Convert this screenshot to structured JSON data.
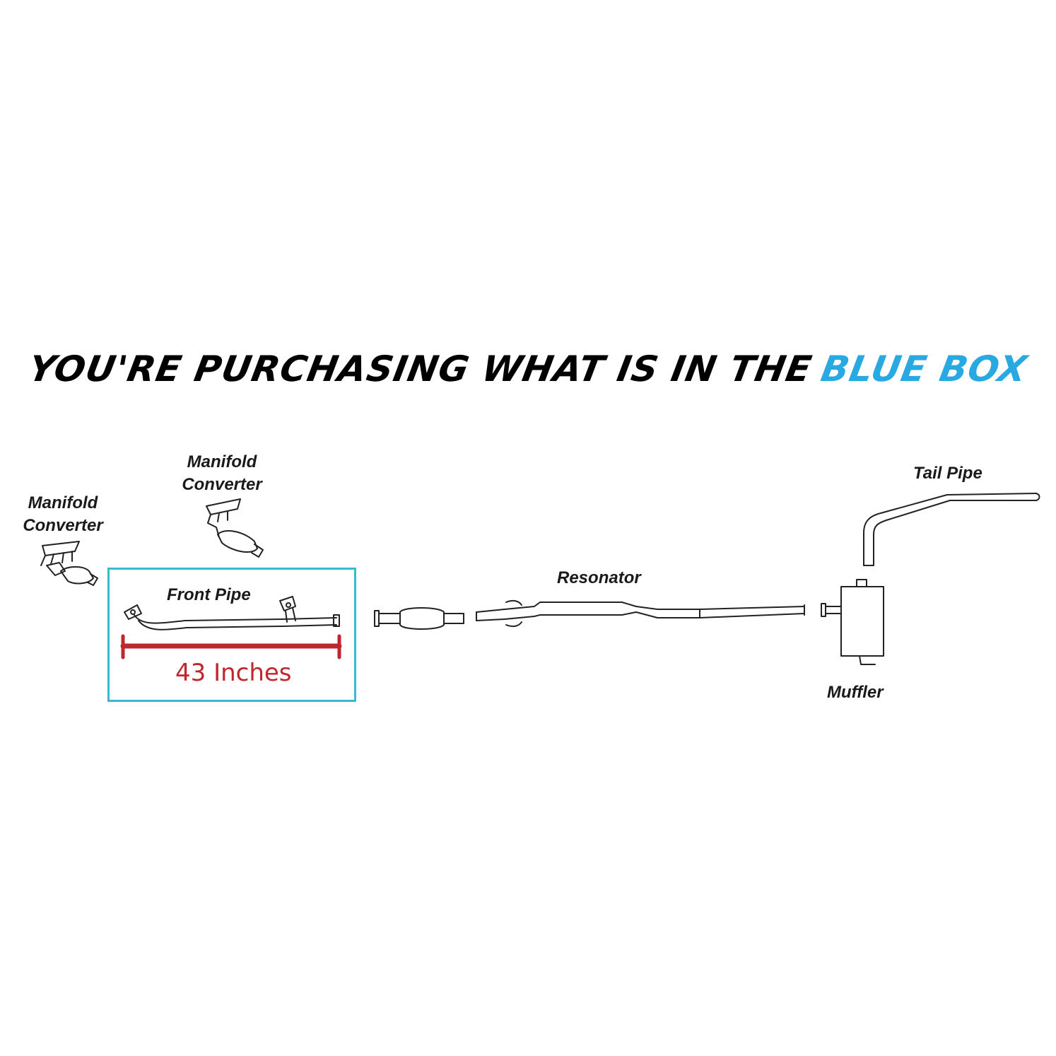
{
  "headline": {
    "text": "YOU'RE PURCHASING WHAT IS IN THE",
    "accent": "BLUE BOX"
  },
  "colors": {
    "accent": "#29a9e1",
    "box_border": "#3bb9d3",
    "measure": "#c0272d",
    "line": "#222222"
  },
  "labels": {
    "manifold_left_line1": "Manifold",
    "manifold_left_line2": "Converter",
    "manifold_right_line1": "Manifold",
    "manifold_right_line2": "Converter",
    "front_pipe": "Front Pipe",
    "measurement": "43 Inches",
    "resonator": "Resonator",
    "tail_pipe": "Tail Pipe",
    "muffler": "Muffler"
  }
}
